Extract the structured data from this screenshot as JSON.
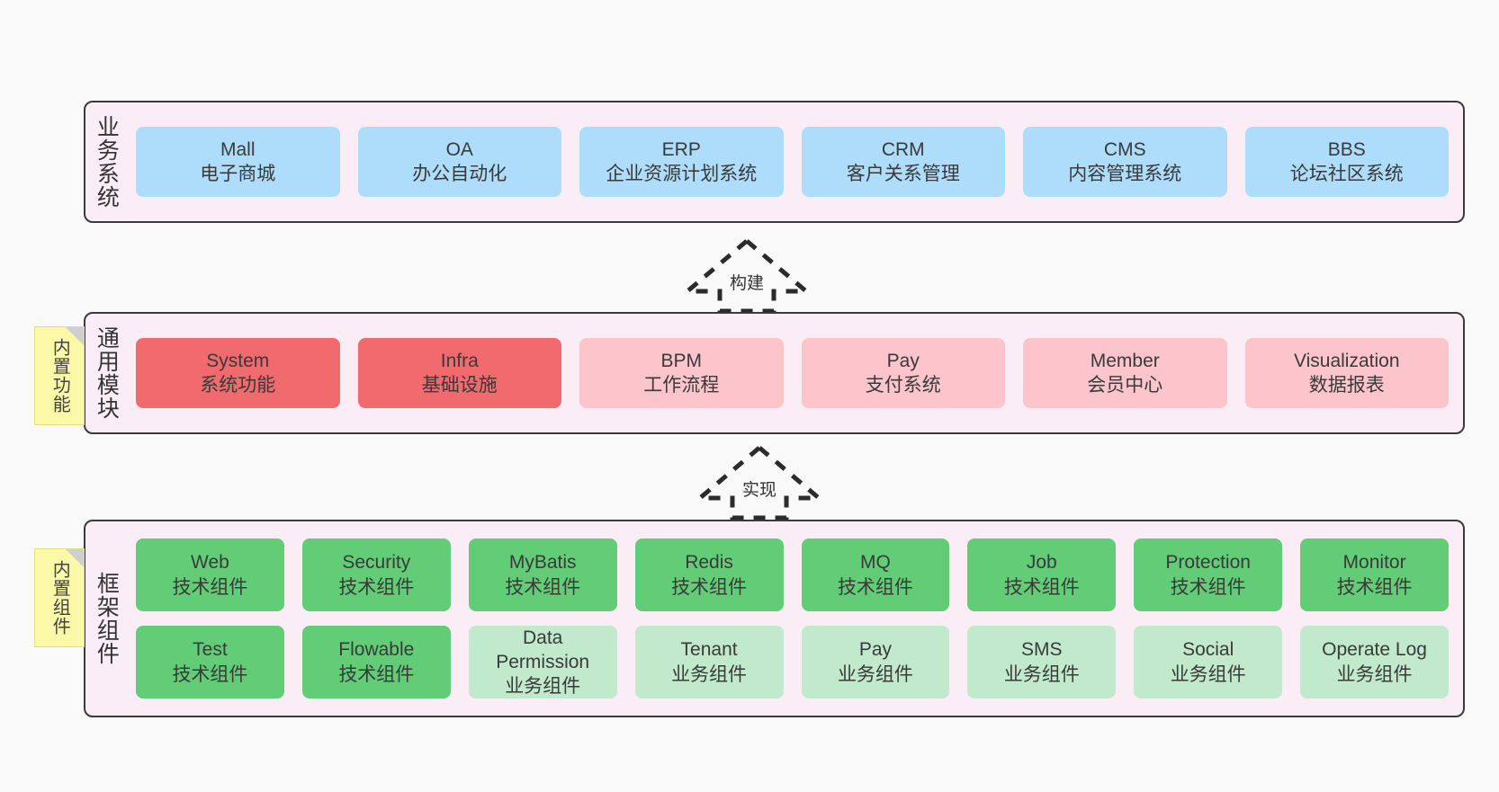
{
  "diagram": {
    "background": "#f9f9f9",
    "layers": [
      {
        "id": "business",
        "title": "业务系统",
        "fill": "#FAEDF5",
        "cell_fill": "#ADDDFB",
        "rows": [
          [
            {
              "name": "Mall",
              "desc": "电子商城"
            },
            {
              "name": "OA",
              "desc": "办公自动化"
            },
            {
              "name": "ERP",
              "desc": "企业资源计划系统"
            },
            {
              "name": "CRM",
              "desc": "客户关系管理"
            },
            {
              "name": "CMS",
              "desc": "内容管理系统"
            },
            {
              "name": "BBS",
              "desc": "论坛社区系统"
            }
          ]
        ]
      },
      {
        "id": "modules",
        "title": "通用模块",
        "fill": "#FAEDF5",
        "rows": [
          [
            {
              "name": "System",
              "desc": "系统功能",
              "fill": "#F06A6E"
            },
            {
              "name": "Infra",
              "desc": "基础设施",
              "fill": "#F06A6E"
            },
            {
              "name": "BPM",
              "desc": "工作流程",
              "fill": "#FBC5CB"
            },
            {
              "name": "Pay",
              "desc": "支付系统",
              "fill": "#FBC5CB"
            },
            {
              "name": "Member",
              "desc": "会员中心",
              "fill": "#FBC5CB"
            },
            {
              "name": "Visualization",
              "desc": "数据报表",
              "fill": "#FBC5CB"
            }
          ]
        ]
      },
      {
        "id": "framework",
        "title": "框架组件",
        "fill": "#FAEDF5",
        "rows": [
          [
            {
              "name": "Web",
              "desc": "技术组件",
              "fill": "#63CC77"
            },
            {
              "name": "Security",
              "desc": "技术组件",
              "fill": "#63CC77"
            },
            {
              "name": "MyBatis",
              "desc": "技术组件",
              "fill": "#63CC77"
            },
            {
              "name": "Redis",
              "desc": "技术组件",
              "fill": "#63CC77"
            },
            {
              "name": "MQ",
              "desc": "技术组件",
              "fill": "#63CC77"
            },
            {
              "name": "Job",
              "desc": "技术组件",
              "fill": "#63CC77"
            },
            {
              "name": "Protection",
              "desc": "技术组件",
              "fill": "#63CC77"
            },
            {
              "name": "Monitor",
              "desc": "技术组件",
              "fill": "#63CC77"
            }
          ],
          [
            {
              "name": "Test",
              "desc": "技术组件",
              "fill": "#63CC77"
            },
            {
              "name": "Flowable",
              "desc": "技术组件",
              "fill": "#63CC77"
            },
            {
              "name": "Data Permission",
              "desc": "业务组件",
              "fill": "#C1E9CB"
            },
            {
              "name": "Tenant",
              "desc": "业务组件",
              "fill": "#C1E9CB"
            },
            {
              "name": "Pay",
              "desc": "业务组件",
              "fill": "#C1E9CB"
            },
            {
              "name": "SMS",
              "desc": "业务组件",
              "fill": "#C1E9CB"
            },
            {
              "name": "Social",
              "desc": "业务组件",
              "fill": "#C1E9CB"
            },
            {
              "name": "Operate Log",
              "desc": "业务组件",
              "fill": "#C1E9CB"
            }
          ]
        ]
      }
    ],
    "notes": [
      {
        "id": "builtin-feature",
        "text": "内置功能",
        "fill": "#FBF8A7"
      },
      {
        "id": "builtin-component",
        "text": "内置组件",
        "fill": "#FBF8A7"
      }
    ],
    "arrows": [
      {
        "id": "build",
        "label": "构建",
        "style": "dashed-hollow-up"
      },
      {
        "id": "implement",
        "label": "实现",
        "style": "dashed-hollow-up"
      }
    ]
  }
}
